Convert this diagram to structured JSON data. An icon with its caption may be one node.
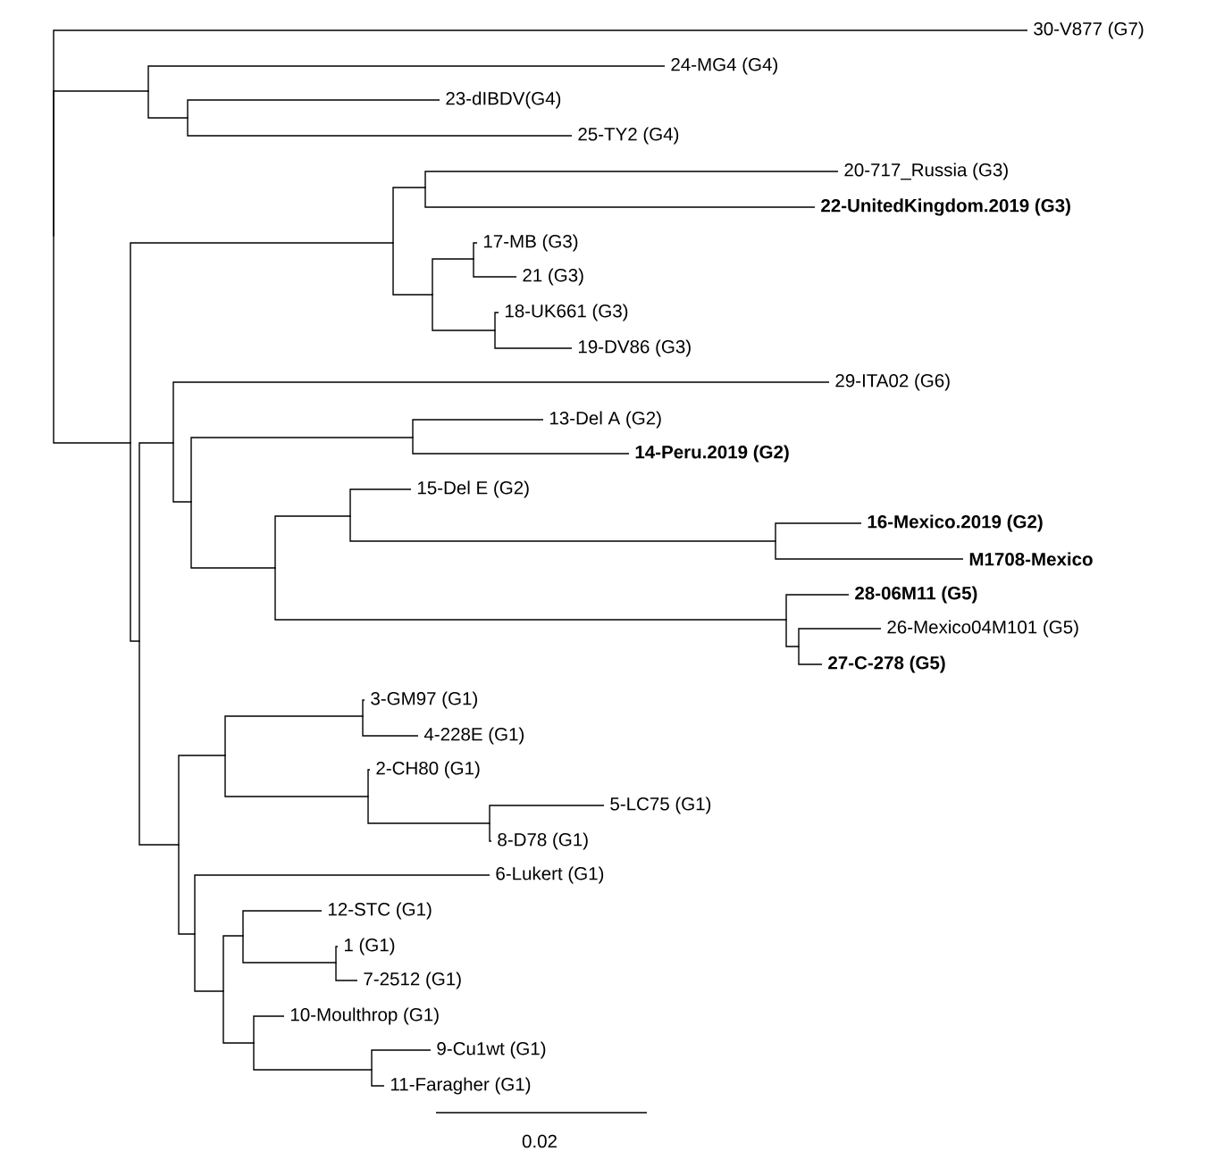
{
  "diagram": {
    "nodes": [
      {
        "text": [],
        "shape": "point"
      },
      {
        "text": [
          "30-V877 (G7)"
        ]
      },
      {
        "text": [],
        "shape": "point"
      },
      {
        "text": [
          "24-MG4 (G4)"
        ]
      },
      {
        "text": [],
        "shape": "point"
      },
      {
        "text": [
          "23-dIBDV(G4)"
        ]
      },
      {
        "text": [
          "25-TY2 (G4)"
        ]
      },
      {
        "text": [],
        "shape": "point"
      },
      {
        "text": [],
        "shape": "point"
      },
      {
        "text": [],
        "shape": "point"
      },
      {
        "text": [
          "20-717_Russia (G3)"
        ]
      },
      {
        "text": [
          "22-UnitedKingdom.2019 (G3)"
        ]
      },
      {
        "text": [],
        "shape": "point"
      },
      {
        "text": [],
        "shape": "point"
      },
      {
        "text": [
          "17-MB (G3)"
        ]
      },
      {
        "text": [
          "21 (G3)"
        ]
      },
      {
        "text": [],
        "shape": "point"
      },
      {
        "text": [
          "18-UK661 (G3)"
        ]
      },
      {
        "text": [
          "19-DV86 (G3)"
        ]
      },
      {
        "text": [],
        "shape": "point"
      },
      {
        "text": [],
        "shape": "point"
      },
      {
        "text": [
          "29-ITA02 (G6)"
        ]
      },
      {
        "text": [],
        "shape": "point"
      },
      {
        "text": [],
        "shape": "point"
      },
      {
        "text": [
          "13-Del A (G2)"
        ]
      },
      {
        "text": [
          "14-Peru.2019 (G2)"
        ]
      },
      {
        "text": [],
        "shape": "point"
      },
      {
        "text": [],
        "shape": "point"
      },
      {
        "text": [
          "15-Del E (G2)"
        ]
      },
      {
        "text": [],
        "shape": "point"
      },
      {
        "text": [
          "16-Mexico.2019 (G2)"
        ]
      },
      {
        "text": [
          "M1708-Mexico"
        ]
      },
      {
        "text": [],
        "shape": "point"
      },
      {
        "text": [
          "28-06M11 (G5)"
        ]
      },
      {
        "text": [],
        "shape": "point"
      },
      {
        "text": [
          "26-Mexico04M101 (G5)"
        ]
      },
      {
        "text": [
          "27-C-278 (G5)"
        ]
      },
      {
        "text": [],
        "shape": "point"
      },
      {
        "text": [],
        "shape": "point"
      },
      {
        "text": [],
        "shape": "point"
      },
      {
        "text": [
          "3-GM97 (G1)"
        ]
      },
      {
        "text": [
          "4-228E (G1)"
        ]
      },
      {
        "text": [],
        "shape": "point"
      },
      {
        "text": [
          "2-CH80 (G1)"
        ]
      },
      {
        "text": [],
        "shape": "point"
      },
      {
        "text": [
          "5-LC75 (G1)"
        ]
      },
      {
        "text": [
          "8-D78 (G1)"
        ]
      },
      {
        "text": [],
        "shape": "point"
      },
      {
        "text": [
          "6-Lukert (G1)"
        ]
      },
      {
        "text": [],
        "shape": "point"
      },
      {
        "text": [],
        "shape": "point"
      },
      {
        "text": [
          "12-STC (G1)"
        ]
      },
      {
        "text": [],
        "shape": "point"
      },
      {
        "text": [
          "1 (G1)"
        ]
      },
      {
        "text": [
          "7-2512 (G1)"
        ]
      },
      {
        "text": [],
        "shape": "point"
      },
      {
        "text": [
          "10-Moulthrop (G1)"
        ]
      },
      {
        "text": [],
        "shape": "point"
      },
      {
        "text": [
          "9-Cu1wt (G1)"
        ]
      },
      {
        "text": [
          "11-Faragher (G1)"
        ]
      }
    ],
    "edges": [
      {
        "from": 0,
        "to": 1,
        "arrow": "none"
      },
      {
        "from": 0,
        "to": 2,
        "arrow": "none"
      },
      {
        "from": 0,
        "to": 7,
        "arrow": "none"
      },
      {
        "from": 2,
        "to": 3,
        "arrow": "none"
      },
      {
        "from": 2,
        "to": 4,
        "arrow": "none"
      },
      {
        "from": 4,
        "to": 5,
        "arrow": "none"
      },
      {
        "from": 4,
        "to": 6,
        "arrow": "none"
      },
      {
        "from": 7,
        "to": 8,
        "arrow": "none"
      },
      {
        "from": 7,
        "to": 19,
        "arrow": "none"
      },
      {
        "from": 8,
        "to": 9,
        "arrow": "none"
      },
      {
        "from": 8,
        "to": 12,
        "arrow": "none"
      },
      {
        "from": 9,
        "to": 10,
        "arrow": "none"
      },
      {
        "from": 9,
        "to": 11,
        "arrow": "none"
      },
      {
        "from": 12,
        "to": 13,
        "arrow": "none"
      },
      {
        "from": 12,
        "to": 16,
        "arrow": "none"
      },
      {
        "from": 13,
        "to": 14,
        "arrow": "none"
      },
      {
        "from": 13,
        "to": 15,
        "arrow": "none"
      },
      {
        "from": 16,
        "to": 17,
        "arrow": "none"
      },
      {
        "from": 16,
        "to": 18,
        "arrow": "none"
      },
      {
        "from": 19,
        "to": 20,
        "arrow": "none"
      },
      {
        "from": 19,
        "to": 37,
        "arrow": "none"
      },
      {
        "from": 20,
        "to": 21,
        "arrow": "none"
      },
      {
        "from": 20,
        "to": 22,
        "arrow": "none"
      },
      {
        "from": 22,
        "to": 23,
        "arrow": "none"
      },
      {
        "from": 22,
        "to": 26,
        "arrow": "none"
      },
      {
        "from": 23,
        "to": 24,
        "arrow": "none"
      },
      {
        "from": 23,
        "to": 25,
        "arrow": "none"
      },
      {
        "from": 26,
        "to": 27,
        "arrow": "none"
      },
      {
        "from": 26,
        "to": 32,
        "arrow": "none"
      },
      {
        "from": 27,
        "to": 28,
        "arrow": "none"
      },
      {
        "from": 27,
        "to": 29,
        "arrow": "none"
      },
      {
        "from": 29,
        "to": 30,
        "arrow": "none"
      },
      {
        "from": 29,
        "to": 31,
        "arrow": "none"
      },
      {
        "from": 32,
        "to": 33,
        "arrow": "none"
      },
      {
        "from": 32,
        "to": 34,
        "arrow": "none"
      },
      {
        "from": 34,
        "to": 35,
        "arrow": "none"
      },
      {
        "from": 34,
        "to": 36,
        "arrow": "none"
      },
      {
        "from": 37,
        "to": 38,
        "arrow": "none"
      },
      {
        "from": 37,
        "to": 47,
        "arrow": "none"
      },
      {
        "from": 38,
        "to": 39,
        "arrow": "none"
      },
      {
        "from": 38,
        "to": 42,
        "arrow": "none"
      },
      {
        "from": 39,
        "to": 40,
        "arrow": "none"
      },
      {
        "from": 39,
        "to": 41,
        "arrow": "none"
      },
      {
        "from": 42,
        "to": 43,
        "arrow": "none"
      },
      {
        "from": 42,
        "to": 44,
        "arrow": "none"
      },
      {
        "from": 44,
        "to": 45,
        "arrow": "none"
      },
      {
        "from": 44,
        "to": 46,
        "arrow": "none"
      },
      {
        "from": 47,
        "to": 48,
        "arrow": "none"
      },
      {
        "from": 47,
        "to": 49,
        "arrow": "none"
      },
      {
        "from": 49,
        "to": 50,
        "arrow": "none"
      },
      {
        "from": 49,
        "to": 55,
        "arrow": "none"
      },
      {
        "from": 50,
        "to": 51,
        "arrow": "none"
      },
      {
        "from": 50,
        "to": 52,
        "arrow": "none"
      },
      {
        "from": 52,
        "to": 53,
        "arrow": "none"
      },
      {
        "from": 52,
        "to": 54,
        "arrow": "none"
      },
      {
        "from": 55,
        "to": 56,
        "arrow": "none"
      },
      {
        "from": 55,
        "to": 57,
        "arrow": "none"
      },
      {
        "from": 57,
        "to": 58,
        "arrow": "none"
      },
      {
        "from": 57,
        "to": 59,
        "arrow": "none"
      }
    ],
    "labels": [
      "0.02"
    ]
  }
}
